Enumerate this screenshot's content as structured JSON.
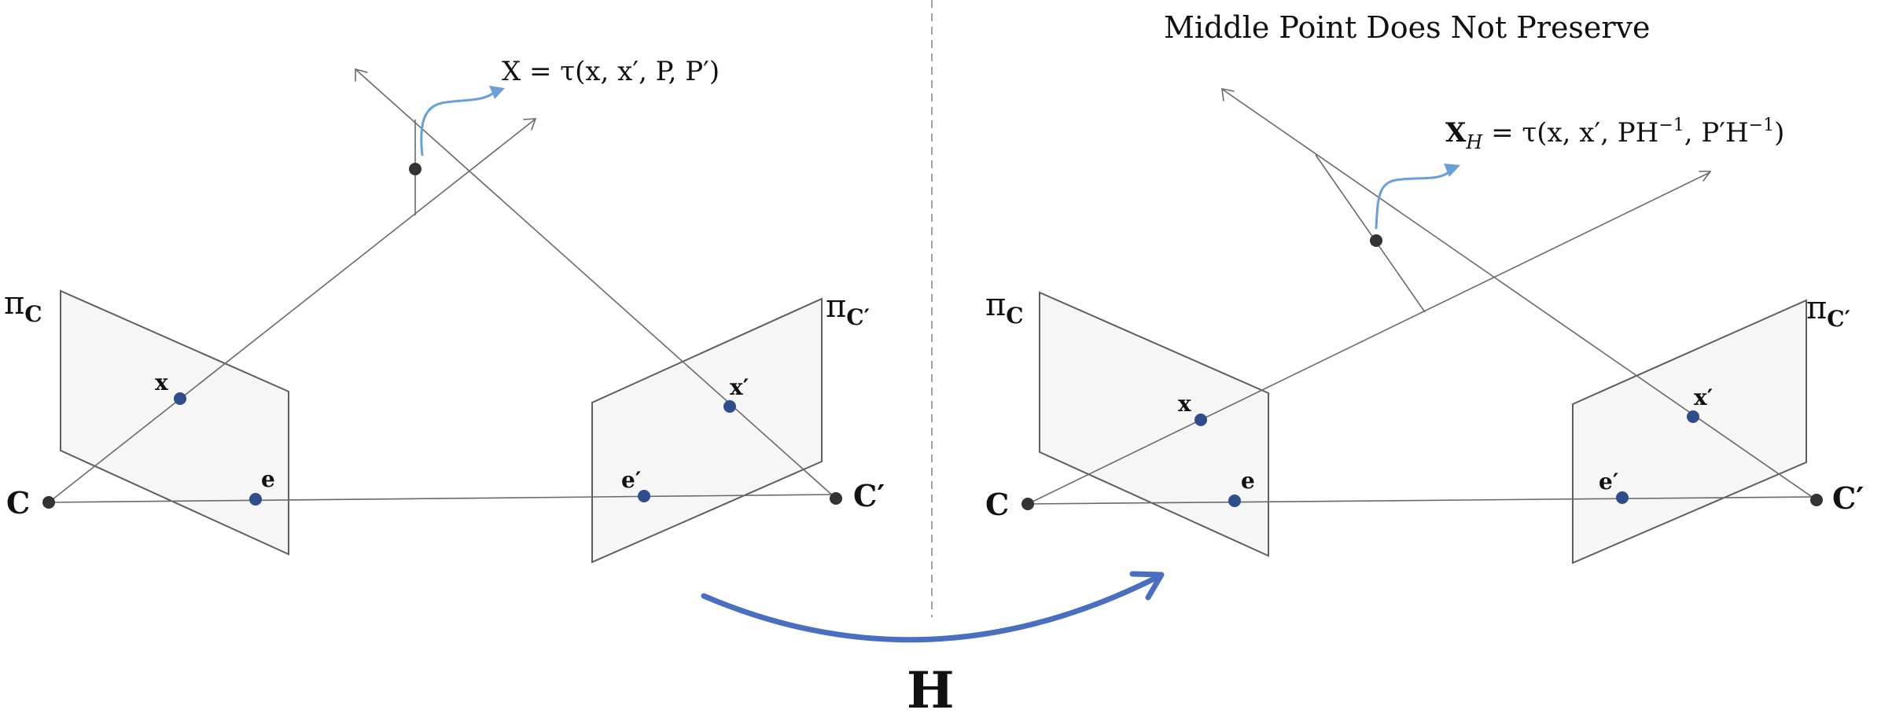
{
  "heading": "Middle Point Does Not Preserve",
  "transform_label": "H",
  "left": {
    "plane_c_label": "π",
    "plane_c_sub": "C",
    "plane_cp_label": "π",
    "plane_cp_sub": "C′",
    "camera_c": "C",
    "camera_cp": "C′",
    "point_x": "x",
    "point_xp": "x′",
    "epipole_e": "e",
    "epipole_ep": "e′",
    "formula": "X = τ(x, x′, P, P′)"
  },
  "right": {
    "plane_c_label": "π",
    "plane_c_sub": "C",
    "plane_cp_label": "π",
    "plane_cp_sub": "C′",
    "camera_c": "C",
    "camera_cp": "C′",
    "point_x": "x",
    "point_xp": "x′",
    "epipole_e": "e",
    "epipole_ep": "e′",
    "formula_X": "X",
    "formula_sub": "H",
    "formula_rest": " = τ(x, x′, PH",
    "formula_sup1": "−1",
    "formula_mid": ", P′H",
    "formula_sup2": "−1",
    "formula_end": ")"
  },
  "colors": {
    "point_blue": "#2f4d8d",
    "point_dark": "#333333",
    "curve_blue": "#6a9fd8",
    "arc_blue": "#4a6fc0"
  }
}
